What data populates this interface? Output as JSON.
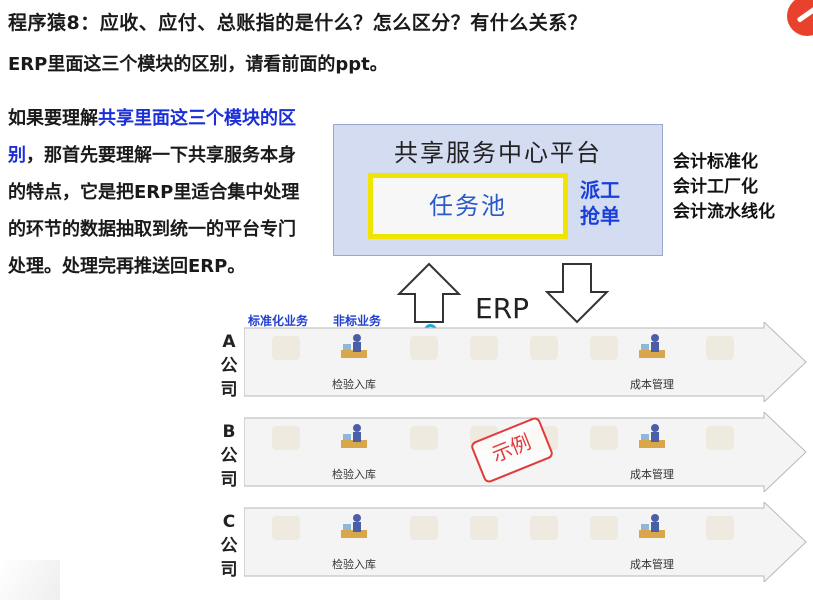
{
  "header": {
    "title": "程序猿8：应收、应付、总账指的是什么？怎么区分？有什么关系？",
    "subtitle": "ERP里面这三个模块的区别，请看前面的ppt。"
  },
  "explanation": {
    "part1": "如果要理解",
    "highlight": "共享里面这三个模块的区别",
    "part2": "，那首先要理解一下共享服务本身的特点，它是把ERP里适合集中处理的环节的数据抽取到统一的平台专门处理。处理完再推送回ERP。"
  },
  "diagram": {
    "platform_title": "共享服务中心平台",
    "task_pool": "任务池",
    "dispatch_line1": "派工",
    "dispatch_line2": "抢单",
    "features": [
      "会计标准化",
      "会计工厂化",
      "会计流水线化"
    ],
    "erp_label": "ERP",
    "legend_standard": "标准化业务",
    "legend_nonstandard": "非标业务",
    "companies": [
      {
        "letter": "A",
        "suffix": "公司"
      },
      {
        "letter": "B",
        "suffix": "公司"
      },
      {
        "letter": "C",
        "suffix": "公司"
      }
    ],
    "step_inspection": "检验入库",
    "step_cost": "成本管理",
    "stamp": "示例"
  },
  "colors": {
    "highlight_blue": "#1a2fd8",
    "platform_bg": "#d4dcf2",
    "pool_border": "#f1e400",
    "stamp_red": "#e23a3a",
    "logo_red": "#e8412c"
  },
  "icons": {
    "logo": "brand-logo-icon",
    "lane_person": "accountant-workstation-icon"
  }
}
